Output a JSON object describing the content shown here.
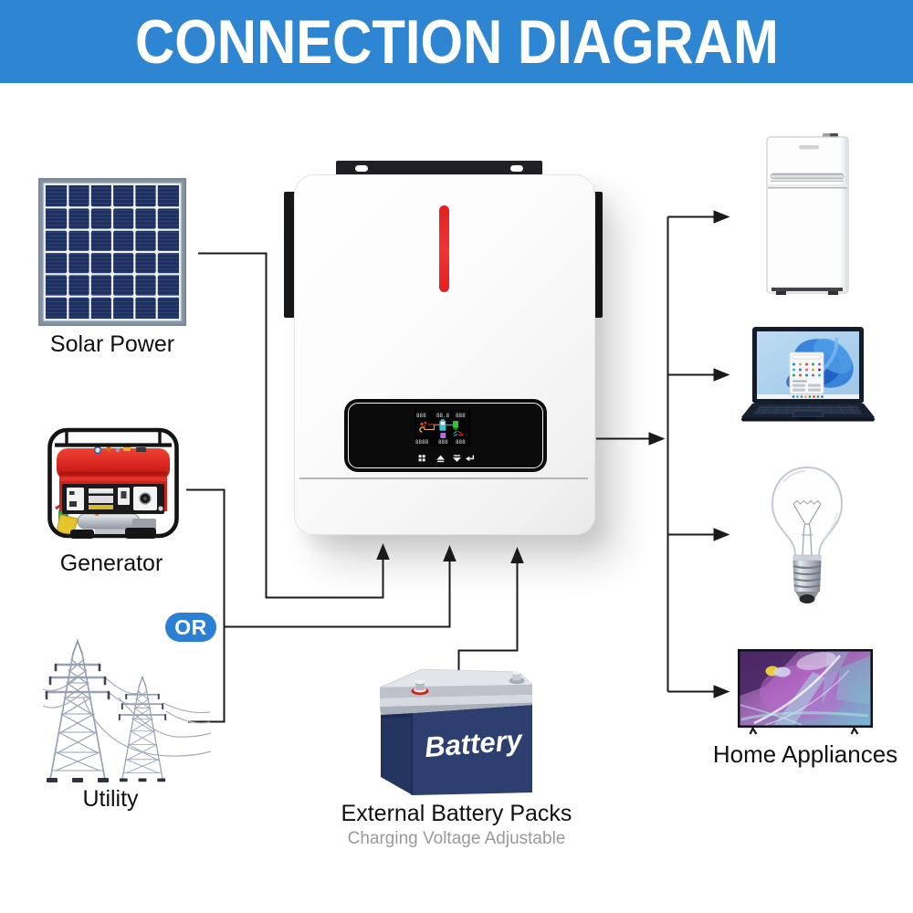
{
  "banner": {
    "title": "CONNECTION DIAGRAM",
    "bg_color": "#2e86d2",
    "text_color": "#ffffff"
  },
  "sources": [
    {
      "id": "solar-power",
      "label": "Solar Power",
      "icon": "solar-panel-icon"
    },
    {
      "id": "generator",
      "label": "Generator",
      "icon": "generator-icon"
    },
    {
      "id": "utility",
      "label": "Utility",
      "icon": "transmission-tower-icon"
    }
  ],
  "or_badge": {
    "label": "OR",
    "bg_color": "#2b80d6",
    "text_color": "#ffffff"
  },
  "inverter": {
    "icon": "hybrid-inverter-icon",
    "led_color": "#e8272b",
    "display": {
      "row_top": [
        "888",
        "88.8",
        "888"
      ],
      "row_bottom": [
        "8888",
        "888",
        "888"
      ],
      "touch_icons": [
        "menu-grid-icon",
        "up-arrow-icon",
        "down-arrow-icon",
        "enter-key-icon"
      ]
    }
  },
  "battery": {
    "face_label": "Battery",
    "label": "External Battery Packs",
    "sublabel": "Charging Voltage Adjustable",
    "body_color": "#2c3f6e"
  },
  "appliances": {
    "label": "Home Appliances",
    "items": [
      {
        "id": "refrigerator",
        "icon": "refrigerator-icon"
      },
      {
        "id": "laptop",
        "icon": "laptop-icon"
      },
      {
        "id": "light-bulb",
        "icon": "light-bulb-icon"
      },
      {
        "id": "tv",
        "icon": "tv-icon"
      }
    ]
  },
  "colors": {
    "line": "#1a1a1a",
    "banner_blue": "#2e86d2",
    "badge_blue": "#2b80d6",
    "panel_navy": "#20315f",
    "generator_red": "#d8251f",
    "battery_navy": "#2c3f6e"
  }
}
